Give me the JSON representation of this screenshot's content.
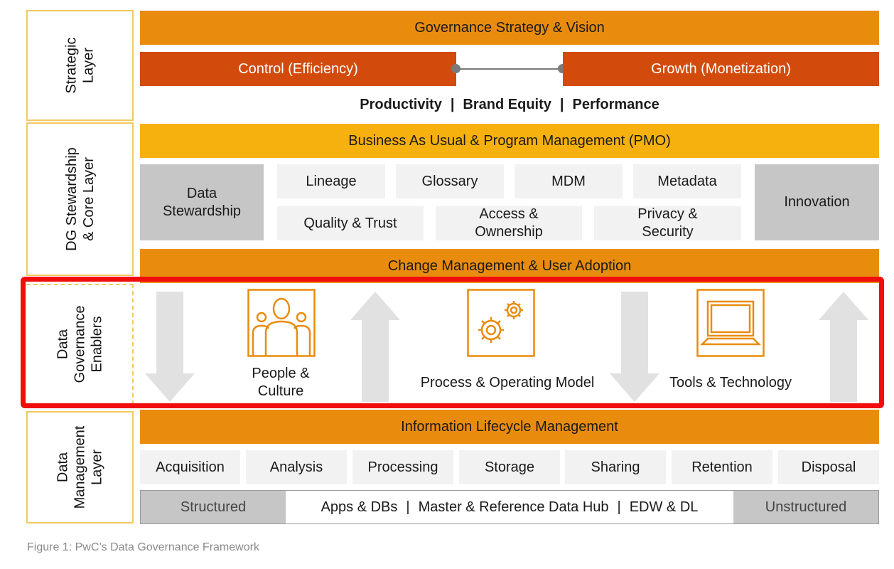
{
  "layers": {
    "strategic": "Strategic\nLayer",
    "stewardship": "DG Stewardship\n& Core Layer",
    "enablers": "Data\nGovernance\nEnablers",
    "management": "Data\nManagement\nLayer"
  },
  "strategy": {
    "title": "Governance Strategy & Vision",
    "control": "Control (Efficiency)",
    "growth": "Growth (Monetization)",
    "pillars": [
      "Productivity",
      "Brand Equity",
      "Performance"
    ],
    "separator": "|"
  },
  "core": {
    "bau": "Business As Usual & Program Management (PMO)",
    "data_stewardship": "Data\nStewardship",
    "lineage": "Lineage",
    "glossary": "Glossary",
    "mdm": "MDM",
    "metadata": "Metadata",
    "quality": "Quality & Trust",
    "access": "Access &\nOwnership",
    "privacy": "Privacy &\nSecurity",
    "innovation": "Innovation",
    "change": "Change Management & User Adoption"
  },
  "enablers": {
    "people": "People &\nCulture",
    "process": "Process & Operating Model",
    "tools": "Tools & Technology",
    "icons": [
      "people-icon",
      "gears-icon",
      "laptop-icon"
    ]
  },
  "management": {
    "ilm": "Information Lifecycle Management",
    "stages": [
      "Acquisition",
      "Analysis",
      "Processing",
      "Storage",
      "Sharing",
      "Retention",
      "Disposal"
    ],
    "structured": "Structured",
    "hubs": [
      "Apps & DBs",
      "Master & Reference Data Hub",
      "EDW & DL"
    ],
    "unstructured": "Unstructured"
  },
  "caption": "Figure 1: PwC’s Data Governance Framework",
  "colors": {
    "orange": "#e98c0d",
    "amber": "#f7b10f",
    "red_orange": "#d24b0c",
    "light_gray": "#f2f2f2",
    "mid_gray": "#c6c6c6",
    "highlight": "#f20d0d",
    "label_border": "#f2c95f"
  }
}
